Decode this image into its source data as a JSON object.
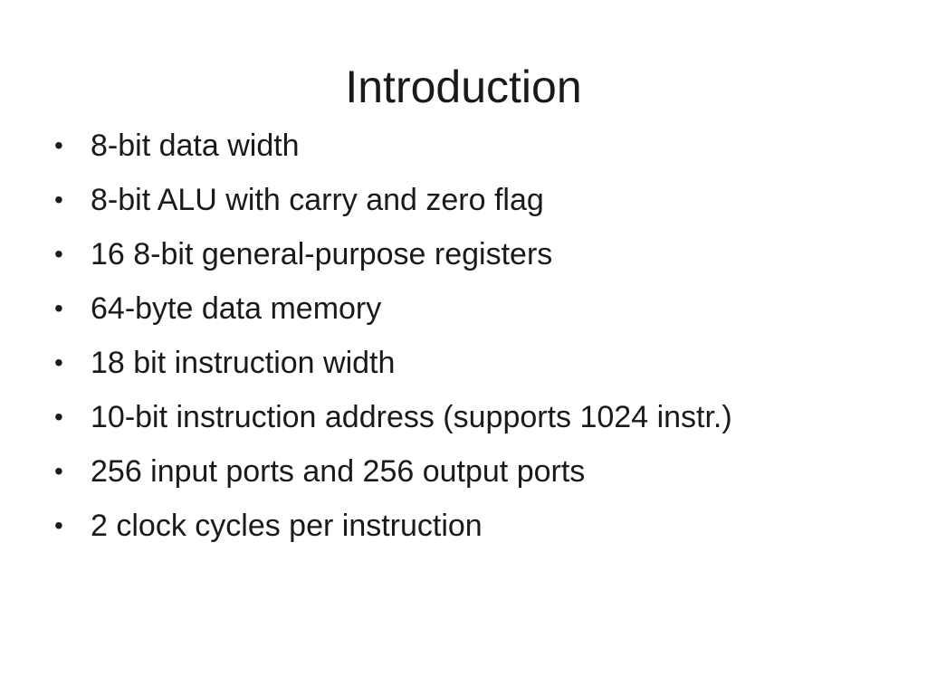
{
  "slide": {
    "title": "Introduction",
    "bullet_glyph": "•",
    "bullets": [
      "8-bit data width",
      "8-bit ALU with carry and zero flag",
      "16 8-bit general-purpose registers",
      "64-byte data memory",
      "18 bit instruction width",
      "10-bit instruction address (supports 1024 instr.)",
      "256 input ports and 256 output ports",
      "2 clock cycles per instruction"
    ]
  }
}
